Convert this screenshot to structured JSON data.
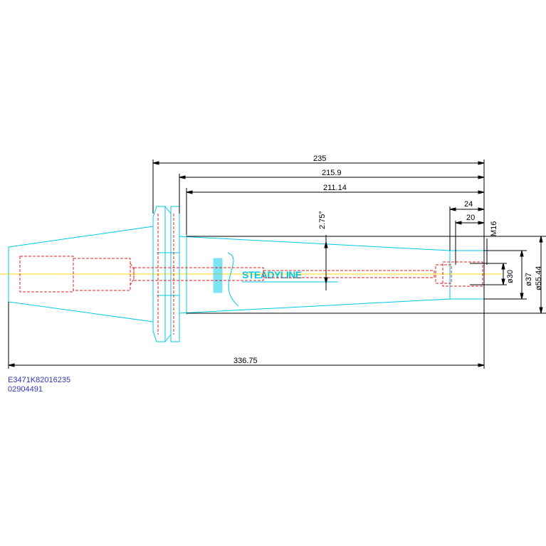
{
  "dimensions": {
    "overall_length": "336.75",
    "length_235": "235",
    "length_215_9": "215.9",
    "length_211_14": "211.14",
    "length_24": "24",
    "length_20": "20",
    "thread": "M16",
    "dia_30": "ø30",
    "dia_37": "ø37",
    "dia_55_44": "ø55.44",
    "taper_angle": "2.75°"
  },
  "logo_text": "STEADYLINE",
  "part_number": "E3471K82016235",
  "article_number": "02904491",
  "colors": {
    "outline": "#00c8e6",
    "hidden": "#e02020",
    "center": "#ffd700",
    "dimension": "#000000",
    "code_text": "#3333bb"
  }
}
